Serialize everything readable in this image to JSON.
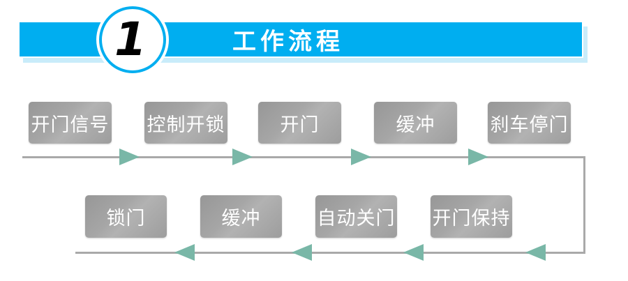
{
  "header": {
    "step_number": "1",
    "title": "工作流程"
  },
  "colors": {
    "banner": "#00aef0",
    "banner_shadow": "#c9ecfa",
    "box_gray": "#a4a4a4",
    "box_text": "#ffffff",
    "connector_line": "#a9a9a9",
    "arrowhead": "#79b7a7",
    "step_number_text": "#000000"
  },
  "flow": {
    "top_row": [
      "开门信号",
      "控制开锁",
      "开门",
      "缓冲",
      "刹车停门"
    ],
    "bottom_row": [
      "锁门",
      "缓冲",
      "自动关门",
      "开门保持"
    ],
    "top_direction": "right",
    "bottom_direction": "left"
  }
}
